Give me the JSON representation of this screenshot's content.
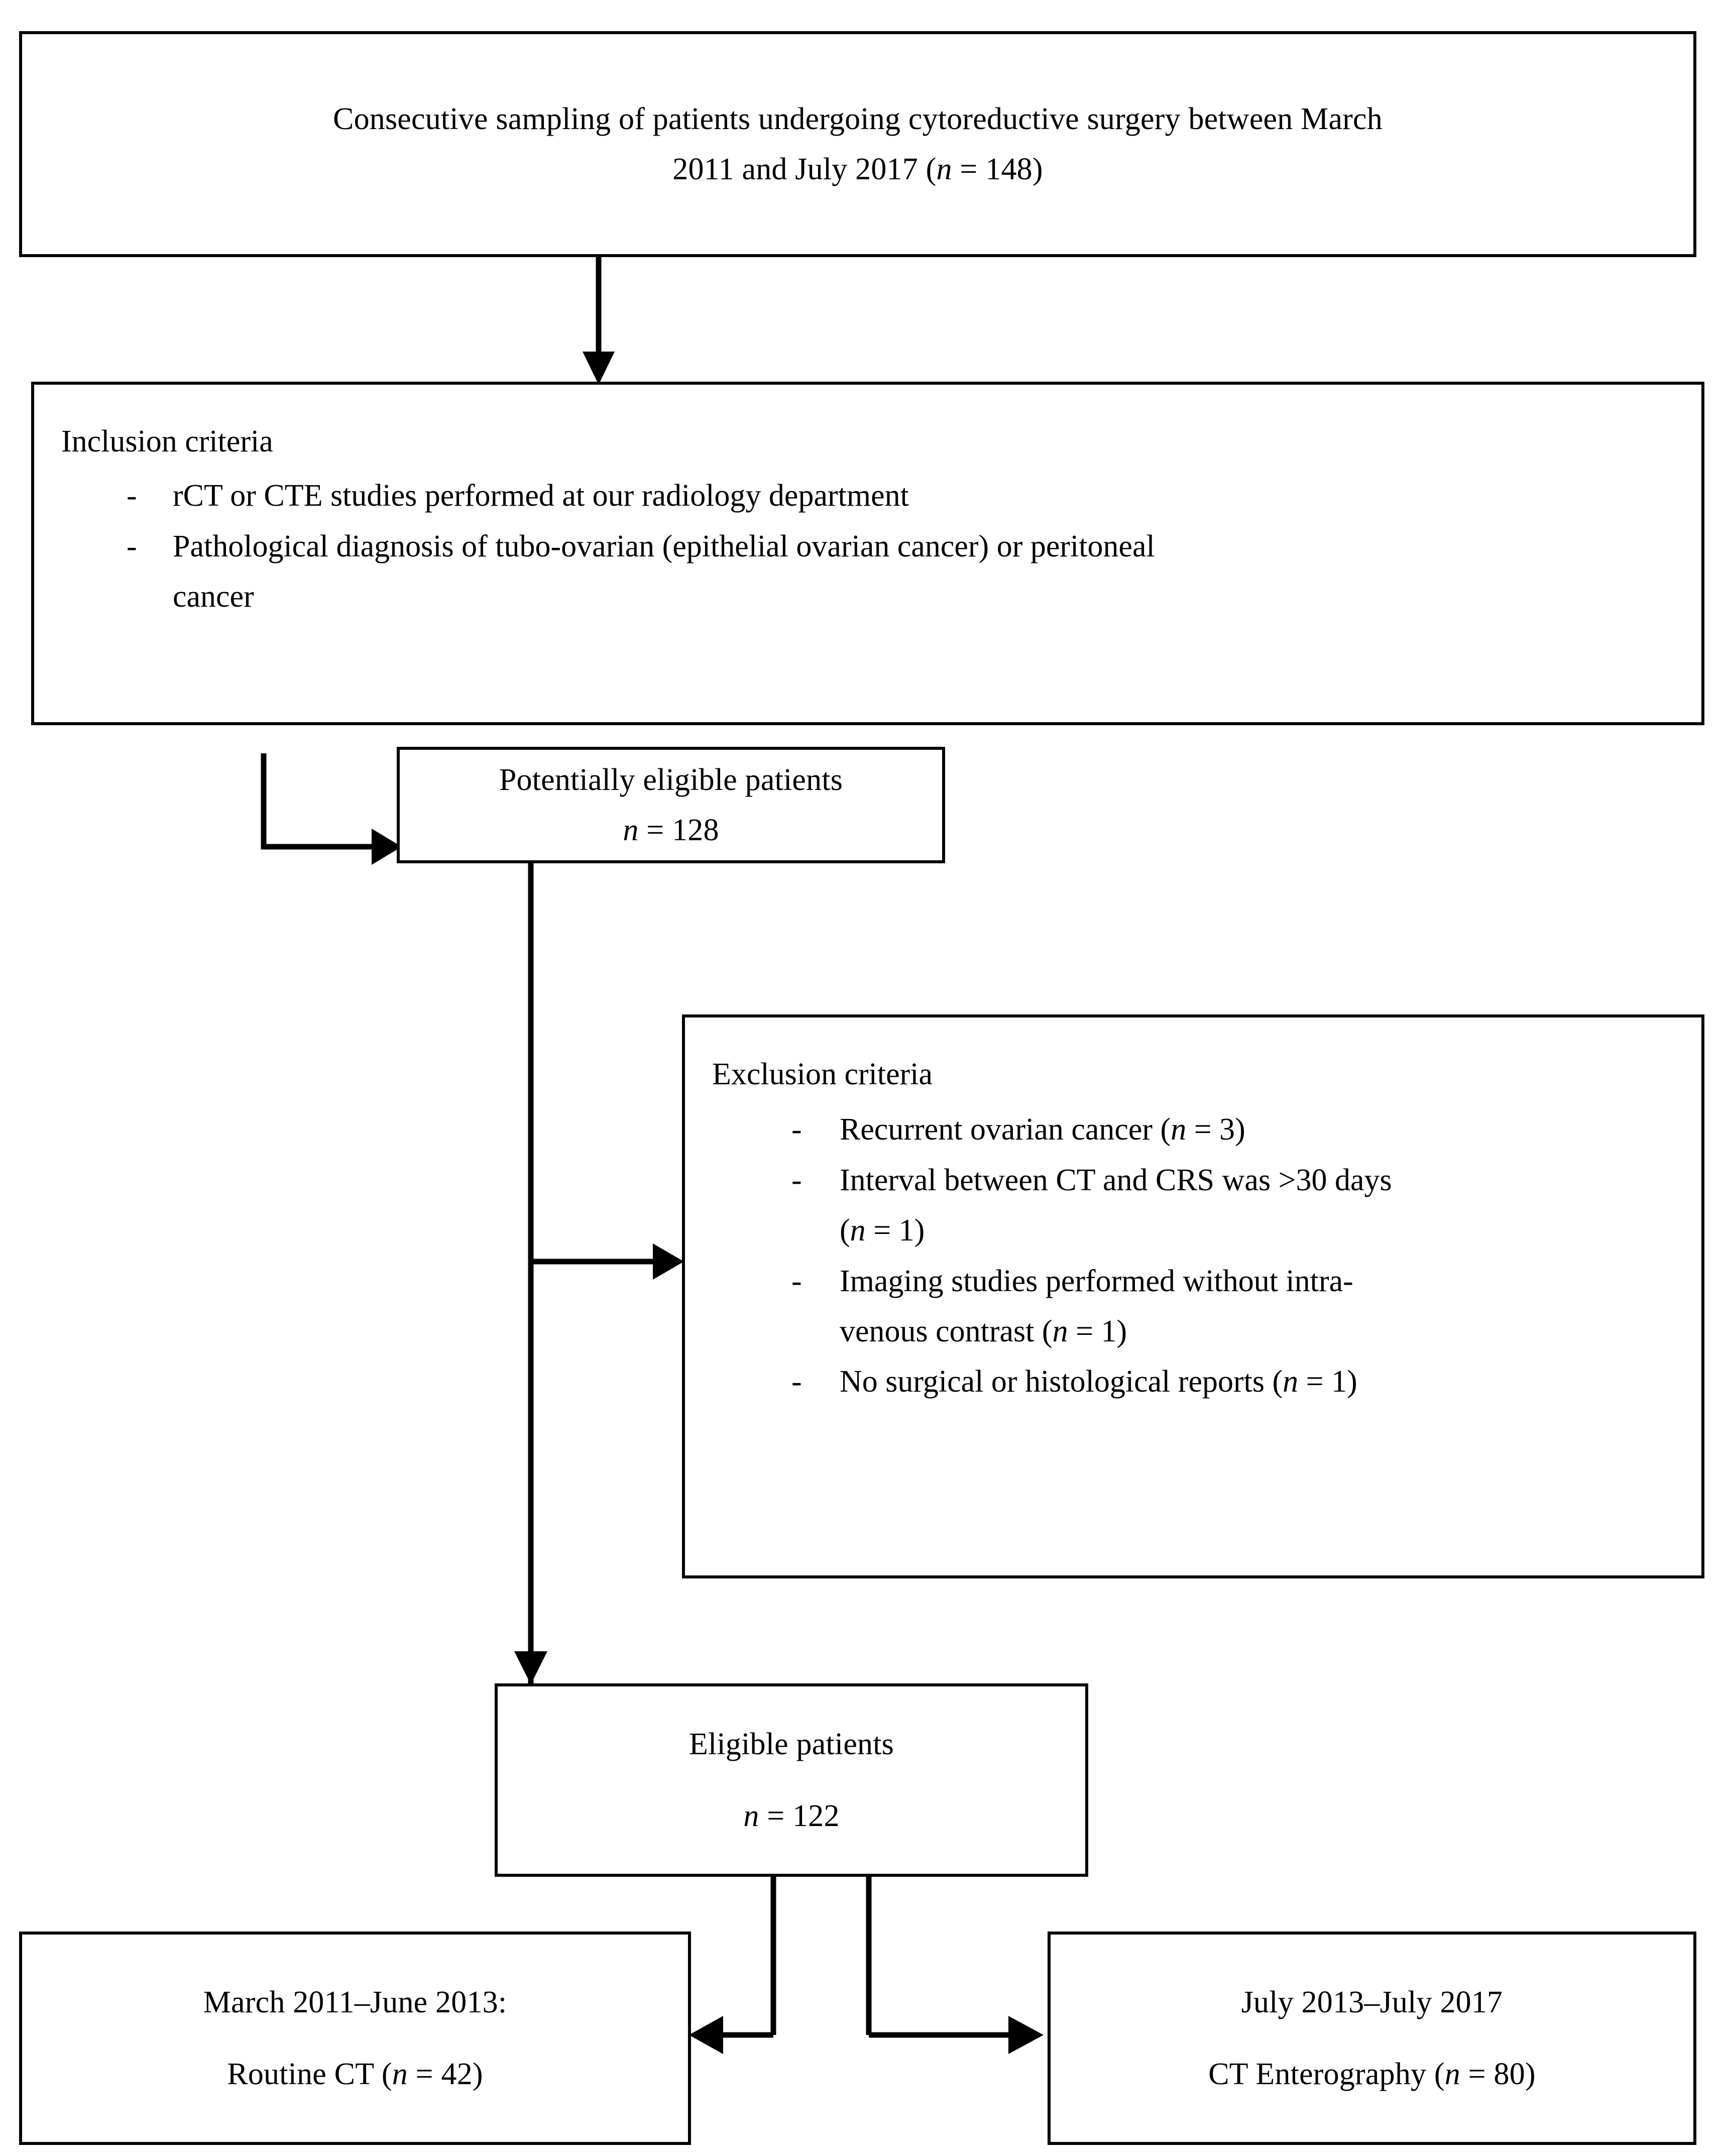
{
  "diagram": {
    "type": "study-flow-diagram",
    "title": "Patient selection flowchart",
    "stroke_color": "#000000",
    "background_color": "#ffffff"
  },
  "enrollment": {
    "line1": "Consecutive sampling of patients undergoing cytoreductive surgery between March",
    "line2_prefix": "2011 and July 2017 (",
    "line2_italic": "n",
    "line2_suffix": " = 148)",
    "n": 148
  },
  "inclusion": {
    "title": "Inclusion criteria",
    "items": [
      {
        "dash": "-",
        "text": "rCT or CTE studies performed at our radiology department"
      },
      {
        "dash": "-",
        "text": "Pathological diagnosis of tubo-ovarian (epithelial ovarian cancer) or peritoneal"
      },
      {
        "dash": "",
        "text": "cancer"
      }
    ]
  },
  "potentially_eligible": {
    "label": "Potentially eligible patients",
    "n_italic": "n",
    "n_value": " = 128",
    "n": 128
  },
  "exclusion": {
    "title": "Exclusion criteria",
    "items": [
      {
        "dash": "-",
        "text_prefix": "Recurrent ovarian cancer (",
        "italic": "n",
        "text_suffix": " = 3)",
        "n": 3
      },
      {
        "dash": "-",
        "text_prefix": "Interval between CT and CRS was >30 days",
        "italic": "",
        "text_suffix": "",
        "n": 1
      },
      {
        "dash": "",
        "text_prefix": "(",
        "italic": "n",
        "text_suffix": " = 1)",
        "n": 1
      },
      {
        "dash": "-",
        "text_prefix": "Imaging studies performed without intra-",
        "italic": "",
        "text_suffix": "",
        "n": 1
      },
      {
        "dash": "",
        "text_prefix": "venous contrast (",
        "italic": "n",
        "text_suffix": " = 1)",
        "n": 1
      },
      {
        "dash": "-",
        "text_prefix": "No surgical or histological reports (",
        "italic": "n",
        "text_suffix": " = 1)",
        "n": 1
      }
    ]
  },
  "eligible": {
    "label": "Eligible patients",
    "n_italic": "n",
    "n_value": " = 122",
    "n": 122
  },
  "arms": {
    "left": {
      "period": "March 2011–June 2013:",
      "modality_prefix": "Routine CT (",
      "modality_italic": "n",
      "modality_suffix": " = 42)",
      "n": 42
    },
    "right": {
      "period": "July 2013–July 2017",
      "modality_prefix": "CT Enterography (",
      "modality_italic": "n",
      "modality_suffix": " = 80)",
      "n": 80
    }
  }
}
